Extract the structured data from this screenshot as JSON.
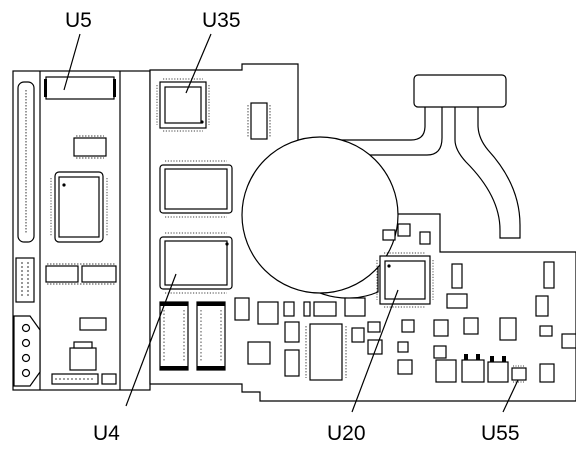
{
  "callouts": {
    "u5": "U5",
    "u35": "U35",
    "u4": "U4",
    "u20": "U20",
    "u55": "U55"
  },
  "colors": {
    "line": "#000000",
    "background": "#ffffff"
  }
}
